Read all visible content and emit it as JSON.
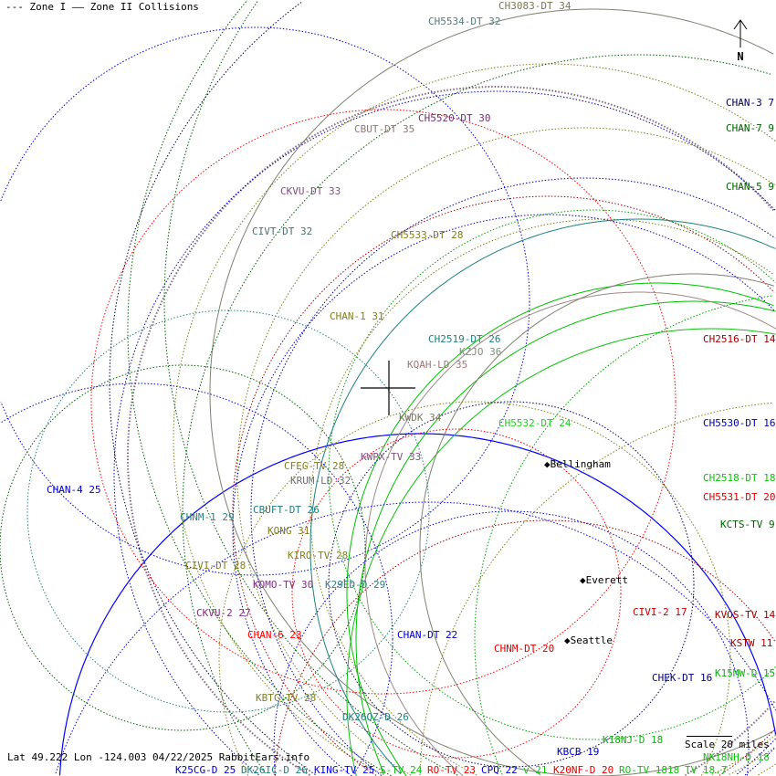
{
  "legend": {
    "zone1": "--- Zone I",
    "zone2": "—— Zone II Collisions"
  },
  "north_label": "N",
  "footer": "Lat 49.222 Lon -124.003 04/22/2025 RabbitEars.info",
  "scale_label": "Scale 20 miles",
  "cities": [
    {
      "name": "Bellingham"
    },
    {
      "name": "Everett"
    },
    {
      "name": "Seattle"
    }
  ],
  "stations": [
    {
      "label": "CH3083-DT 34",
      "color": "#807850"
    },
    {
      "label": "CH5534-DT 32",
      "color": "#5a7a7a"
    },
    {
      "label": "CHAN-3 7",
      "color": "#000050"
    },
    {
      "label": "CHAN-7 9",
      "color": "#006000"
    },
    {
      "label": "CHAN-5 9",
      "color": "#006000"
    },
    {
      "label": "CBUT-DT 35",
      "color": "#907878"
    },
    {
      "label": "CH5520-DT 30",
      "color": "#703070"
    },
    {
      "label": "CKVU-DT 33",
      "color": "#805080"
    },
    {
      "label": "CIVT-DT 32",
      "color": "#507070"
    },
    {
      "label": "CH5533-DT 28",
      "color": "#808020"
    },
    {
      "label": "CHAN-1 31",
      "color": "#808020"
    },
    {
      "label": "CH2519-DT 26",
      "color": "#208080"
    },
    {
      "label": "KZJO 36",
      "color": "#809080"
    },
    {
      "label": "KQAH-LD 35",
      "color": "#a07878"
    },
    {
      "label": "KWDK 34",
      "color": "#807860"
    },
    {
      "label": "CH5532-DT 24",
      "color": "#20d020"
    },
    {
      "label": "CH2516-DT 14",
      "color": "#a00000"
    },
    {
      "label": "CH5530-DT 16",
      "color": "#0000a0"
    },
    {
      "label": "KWPX-TV 33",
      "color": "#805080"
    },
    {
      "label": "CFEG-TV 28",
      "color": "#808020"
    },
    {
      "label": "KRUM-LD 32",
      "color": "#707070"
    },
    {
      "label": "CH2518-DT 18",
      "color": "#10c010"
    },
    {
      "label": "CH5531-DT 20",
      "color": "#e00000"
    },
    {
      "label": "CHAN-4 25",
      "color": "#0000c0"
    },
    {
      "label": "CHNM-1 29",
      "color": "#308080"
    },
    {
      "label": "CBUFT-DT 26",
      "color": "#208080"
    },
    {
      "label": "KCTS-TV 9",
      "color": "#006000"
    },
    {
      "label": "KONG 31",
      "color": "#808020"
    },
    {
      "label": "KIRO-TV 28",
      "color": "#808020"
    },
    {
      "label": "CIVI-DT 28",
      "color": "#808020"
    },
    {
      "label": "KOMO-TV 30",
      "color": "#803080"
    },
    {
      "label": "K29ED-D 29",
      "color": "#308080"
    },
    {
      "label": "CIVI-2 17",
      "color": "#c00000"
    },
    {
      "label": "CKVU-2 27",
      "color": "#803080"
    },
    {
      "label": "KVOS-TV 14",
      "color": "#a00000"
    },
    {
      "label": "CHAN-6 23",
      "color": "#ff0000"
    },
    {
      "label": "CHAN-DT 22",
      "color": "#0000c0"
    },
    {
      "label": "CHNM-DT 20",
      "color": "#e00000"
    },
    {
      "label": "KSTW 11",
      "color": "#a00000"
    },
    {
      "label": "CHEK-DT 16",
      "color": "#000080"
    },
    {
      "label": "K15MW-D 15",
      "color": "#10b010"
    },
    {
      "label": "KBTC-TV 28",
      "color": "#808020"
    },
    {
      "label": "DK26OZ-D 26",
      "color": "#208080"
    },
    {
      "label": "K18NJ-D 18",
      "color": "#10b010"
    },
    {
      "label": "KBCB 19",
      "color": "#0000c0"
    },
    {
      "label": "K25CG-D 25",
      "color": "#0000c0"
    },
    {
      "label": "DK26IC-D 26",
      "color": "#208080"
    },
    {
      "label": "KING-TV 25",
      "color": "#0000ff"
    },
    {
      "label": "S-TV 24",
      "color": "#10c010"
    },
    {
      "label": "RO-TV 23",
      "color": "#ff0000"
    },
    {
      "label": "CPQ 22",
      "color": "#0000c0"
    },
    {
      "label": "v 21",
      "color": "#10c010"
    },
    {
      "label": "K20NF-D 20",
      "color": "#e00000"
    },
    {
      "label": "RO-TV 1818",
      "color": "#10c010"
    },
    {
      "label": "NK18NH-D 18",
      "color": "#10c010"
    },
    {
      "label": "TV 18.7",
      "color": "#10c010"
    }
  ]
}
